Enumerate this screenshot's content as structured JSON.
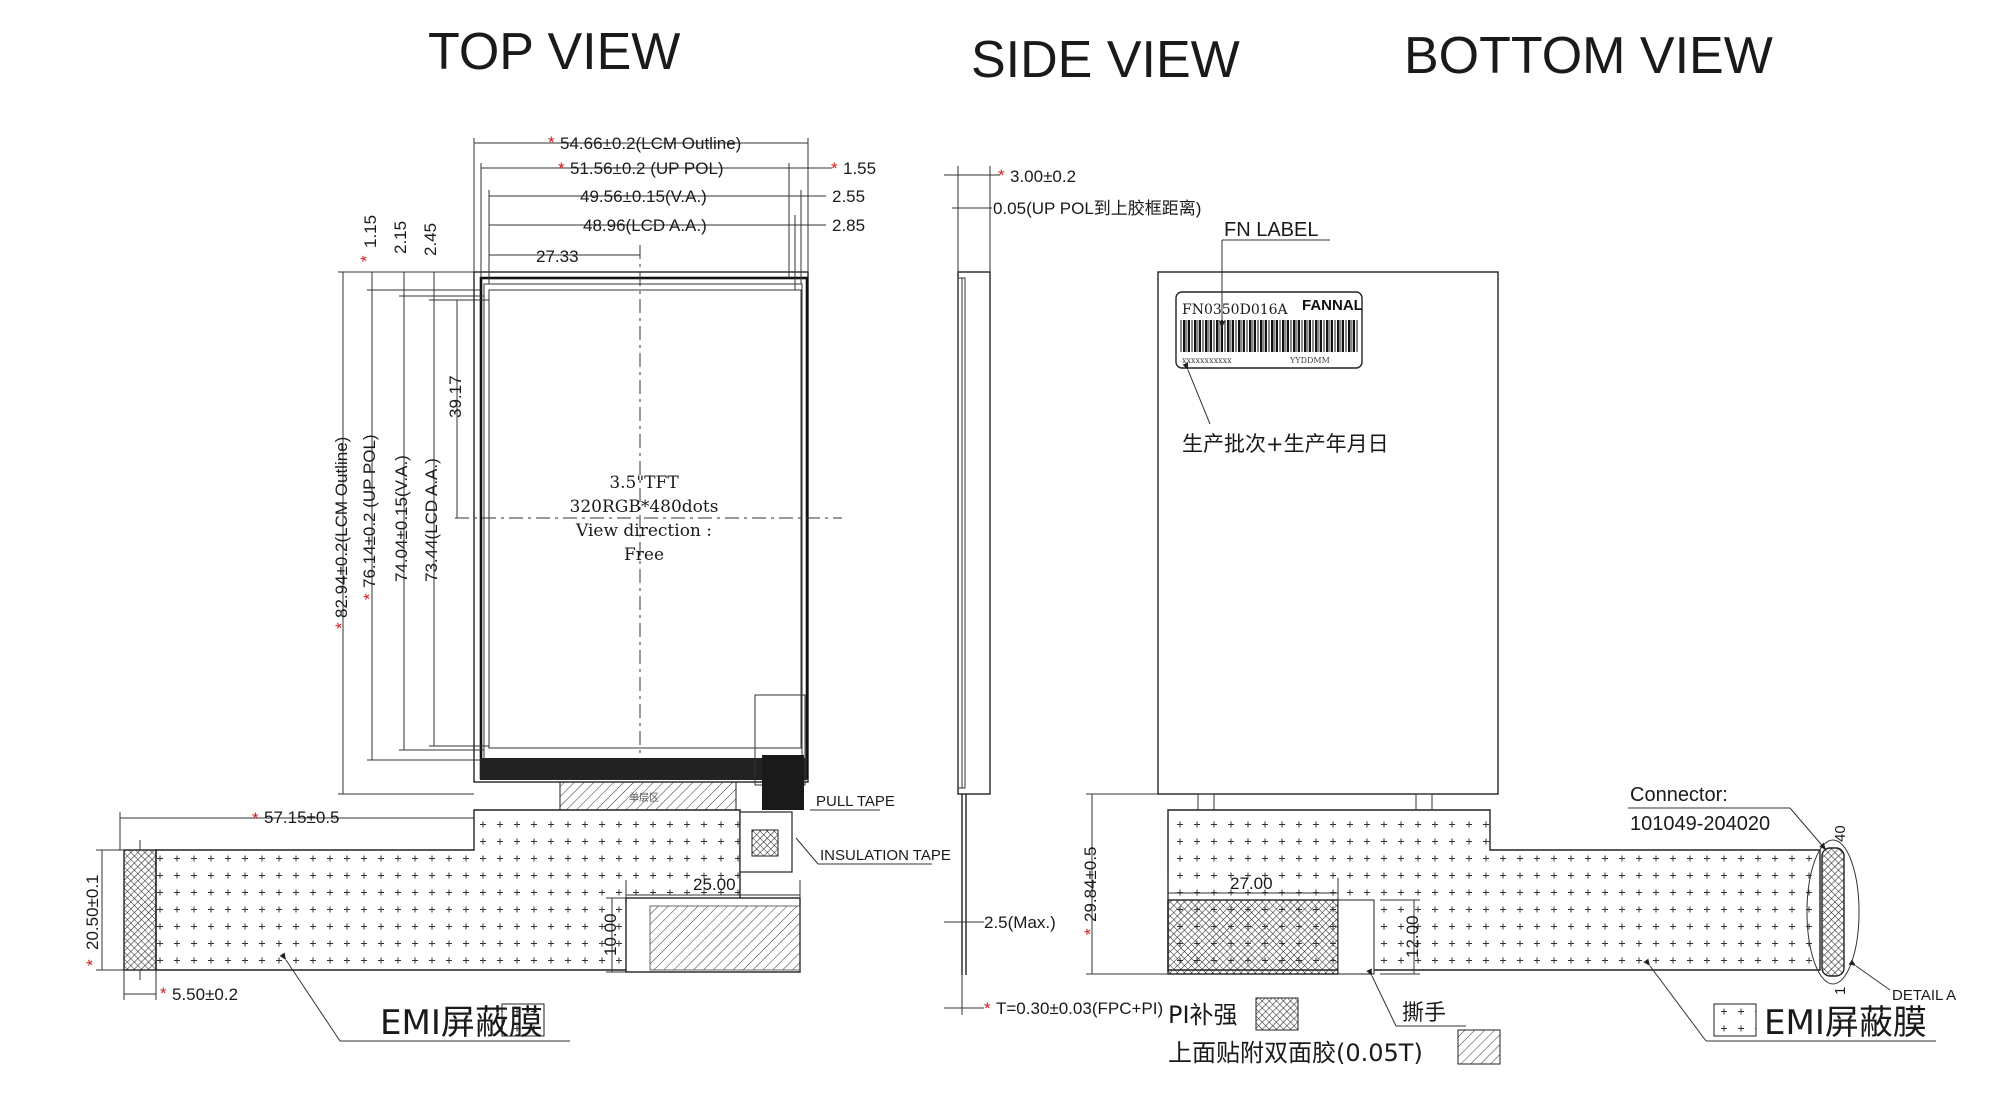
{
  "views": {
    "top": "TOP VIEW",
    "side": "SIDE VIEW",
    "bottom": "BOTTOM VIEW"
  },
  "top_view": {
    "dims_horizontal": [
      {
        "label": "54.66±0.2(LCM Outline)",
        "critical": true
      },
      {
        "label": "51.56±0.2 (UP POL)",
        "critical": true
      },
      {
        "label": "49.56±0.15(V.A.)",
        "critical": false
      },
      {
        "label": "48.96(LCD A.A.)",
        "critical": false
      },
      {
        "label": "27.33",
        "critical": false
      }
    ],
    "dims_offset": [
      {
        "label": "1.55",
        "critical": true
      },
      {
        "label": "2.55",
        "critical": false
      },
      {
        "label": "2.85",
        "critical": false
      }
    ],
    "dims_vertical": [
      {
        "label": "82.94±0.2(LCM Outline)",
        "critical": true
      },
      {
        "label": "76.14±0.2 (UP POL)",
        "critical": true
      },
      {
        "label": "74.04±0.15(V.A.)",
        "critical": false
      },
      {
        "label": "73.44(LCD A.A.)",
        "critical": false
      },
      {
        "label": "39.17",
        "critical": false
      }
    ],
    "dims_top_offset": [
      {
        "label": "1.15",
        "critical": true
      },
      {
        "label": "2.15",
        "critical": false
      },
      {
        "label": "2.45",
        "critical": false
      }
    ],
    "center_text": [
      "3.5\"TFT",
      "320RGB*480dots",
      "View direction :",
      "Free"
    ],
    "fpc_dims": {
      "offset": "57.15±0.5",
      "width": "20.50±0.1",
      "finger": "5.50±0.2",
      "stiffener_w": "25.00",
      "stiffener_h": "10.00"
    },
    "small_label": "单层区",
    "pull_tape": "PULL TAPE",
    "insulation_tape": "INSULATION TAPE",
    "emi": "EMI屏蔽膜"
  },
  "side_view": {
    "thickness": "3.00±0.2",
    "pol_gap": "0.05(UP POL到上胶框距离)",
    "max": "2.5(Max.)",
    "fpc_thickness": "T=0.30±0.03(FPC+PI)"
  },
  "bottom_view": {
    "fn_label": "FN LABEL",
    "part_no": "FN0350D016A",
    "brand": "FANNAL",
    "serial_left": "xxxxxxxxxxx",
    "serial_right": "YYDDMM",
    "batch_note": "生产批次+生产年月日",
    "connector_title": "Connector:",
    "connector_no": "101049-204020",
    "pin_top": "40",
    "pin_bottom": "1",
    "detail": "DETAIL A",
    "fpc_height": "29.84±0.5",
    "stiff_w": "27.00",
    "stiff_h": "12.00",
    "tear": "撕手",
    "pi_label": "PI补强",
    "adhesive_label": "上面贴附双面胶(0.05T)",
    "emi": "EMI屏蔽膜"
  }
}
